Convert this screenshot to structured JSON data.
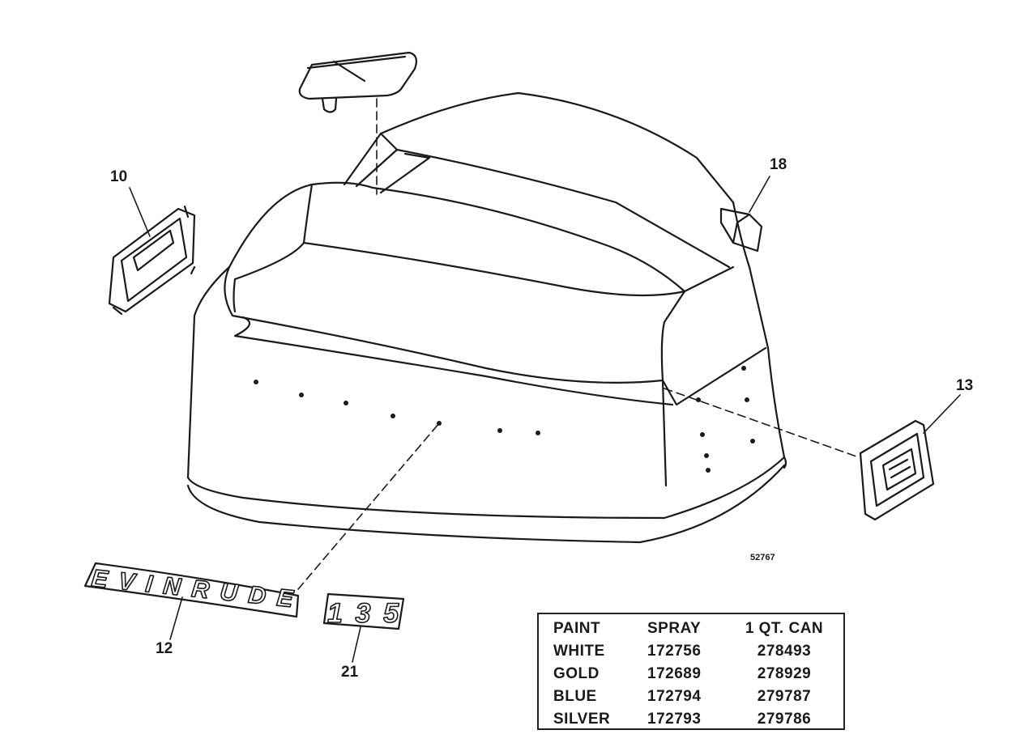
{
  "figure_number": "52767",
  "callouts": {
    "c10": "10",
    "c18": "18",
    "c13": "13",
    "c12": "12",
    "c21": "21"
  },
  "decals": {
    "brand": "EVINRUDE",
    "model": "135"
  },
  "paint_table": {
    "headers": [
      "PAINT",
      "SPRAY",
      "1 QT. CAN"
    ],
    "rows": [
      [
        "WHITE",
        "172756",
        "278493"
      ],
      [
        "GOLD",
        "172689",
        "278929"
      ],
      [
        "BLUE",
        "172794",
        "279787"
      ],
      [
        "SILVER",
        "172793",
        "279786"
      ]
    ]
  }
}
